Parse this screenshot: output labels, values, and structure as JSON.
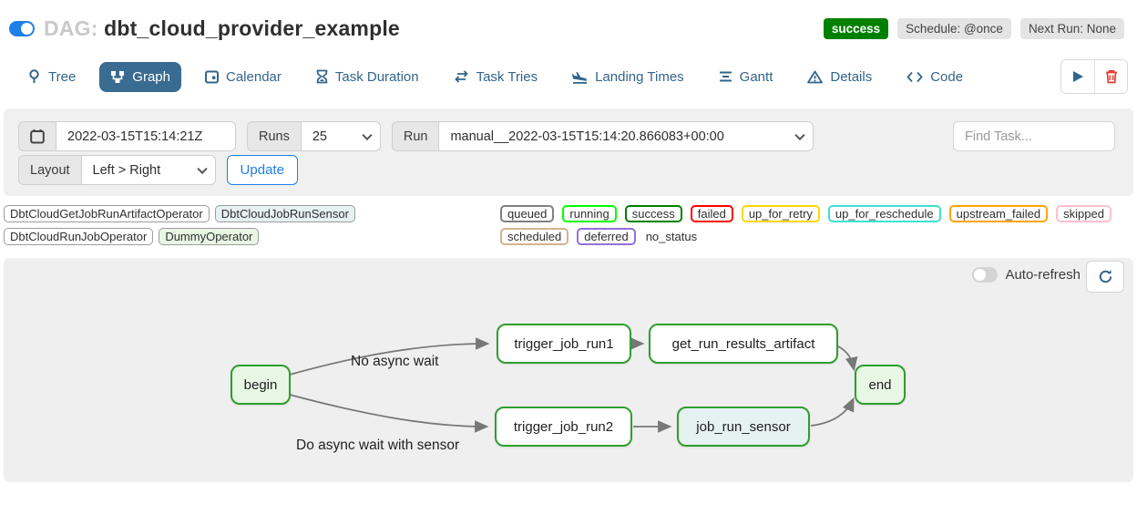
{
  "header": {
    "dag_prefix": "DAG:",
    "dag_title": "dbt_cloud_provider_example",
    "status_badge": "success",
    "schedule_badge": "Schedule: @once",
    "next_run_badge": "Next Run: None",
    "pause_toggle_state": "on",
    "accent_color": "#1f7fe8",
    "success_color": "#008000"
  },
  "tabs": {
    "items": [
      {
        "label": "Tree"
      },
      {
        "label": "Graph",
        "active": true
      },
      {
        "label": "Calendar"
      },
      {
        "label": "Task Duration"
      },
      {
        "label": "Task Tries"
      },
      {
        "label": "Landing Times"
      },
      {
        "label": "Gantt"
      },
      {
        "label": "Details"
      },
      {
        "label": "Code"
      }
    ],
    "active_tab": "Graph",
    "active_bg": "#3a6b90",
    "actions": [
      "trigger-dag",
      "delete-dag"
    ]
  },
  "filters": {
    "base_date_value": "2022-03-15T15:14:21Z",
    "runs_label": "Runs",
    "runs_value": "25",
    "run_label": "Run",
    "run_value": "manual__2022-03-15T15:14:20.866083+00:00",
    "find_task_placeholder": "Find Task...",
    "layout_label": "Layout",
    "layout_value": "Left > Right",
    "update_label": "Update"
  },
  "legend": {
    "operators": [
      {
        "label": "DbtCloudGetJobRunArtifactOperator",
        "fill": "#ffffff"
      },
      {
        "label": "DbtCloudJobRunSensor",
        "fill": "#e6f1f2"
      },
      {
        "label": "DbtCloudRunJobOperator",
        "fill": "#ffffff"
      },
      {
        "label": "DummyOperator",
        "fill": "#e8f7e4"
      }
    ],
    "statuses": [
      {
        "label": "queued",
        "color": "#808080"
      },
      {
        "label": "running",
        "color": "#00ff00"
      },
      {
        "label": "success",
        "color": "#008000"
      },
      {
        "label": "failed",
        "color": "#ff0000"
      },
      {
        "label": "up_for_retry",
        "color": "#ffd700"
      },
      {
        "label": "up_for_reschedule",
        "color": "#40e0d0"
      },
      {
        "label": "upstream_failed",
        "color": "#ffa500"
      },
      {
        "label": "skipped",
        "color": "#ffc0cb"
      },
      {
        "label": "scheduled",
        "color": "#d2b48c"
      },
      {
        "label": "deferred",
        "color": "#9370db"
      },
      {
        "label": "no_status",
        "color": null
      }
    ]
  },
  "graph": {
    "auto_refresh_label": "Auto-refresh",
    "auto_refresh_state": "off",
    "node_border_color": "#2e9e2e",
    "edge_color": "#777777",
    "nodes": [
      {
        "id": "begin",
        "label": "begin",
        "fill": "#e8f7e4"
      },
      {
        "id": "trigger_job_run1",
        "label": "trigger_job_run1",
        "fill": "#ffffff"
      },
      {
        "id": "get_run_results_artifact",
        "label": "get_run_results_artifact",
        "fill": "#ffffff"
      },
      {
        "id": "end",
        "label": "end",
        "fill": "#e8f7e4"
      },
      {
        "id": "trigger_job_run2",
        "label": "trigger_job_run2",
        "fill": "#ffffff"
      },
      {
        "id": "job_run_sensor",
        "label": "job_run_sensor",
        "fill": "#e6f1f2"
      }
    ],
    "edge_labels": [
      {
        "text": "No async wait"
      },
      {
        "text": "Do async wait with sensor"
      }
    ],
    "edges": [
      "begin -> trigger_job_run1",
      "begin -> trigger_job_run2",
      "trigger_job_run1 -> get_run_results_artifact",
      "get_run_results_artifact -> end",
      "trigger_job_run2 -> job_run_sensor",
      "job_run_sensor -> end"
    ]
  }
}
